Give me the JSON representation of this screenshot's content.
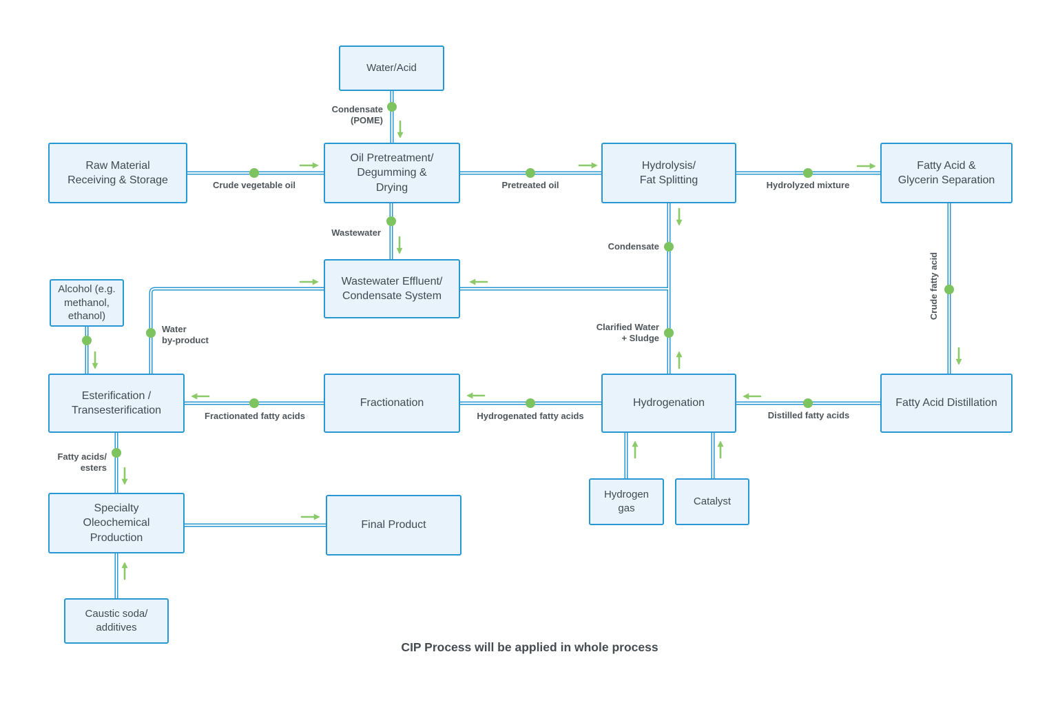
{
  "diagram": {
    "note": "CIP Process will be applied in whole process"
  },
  "colors": {
    "pipe_blue": "#2697d3",
    "node_fill": "#e8f3fb",
    "node_text": "#3f4a51",
    "label_gray": "#4e555b",
    "dot_green": "#7dc360",
    "arrow_green": "#8cc968",
    "background": "#ffffff"
  },
  "nodes": {
    "water_acid": {
      "label": "Water/Acid"
    },
    "raw_material": {
      "label": "Raw Material\nReceiving & Storage"
    },
    "oil_pretreatment": {
      "label": "Oil Pretreatment/\nDegumming &\nDrying"
    },
    "hydrolysis": {
      "label": "Hydrolysis/\nFat Splitting"
    },
    "fatty_acid_glycerin_separation": {
      "label": "Fatty Acid &\nGlycerin Separation"
    },
    "wastewater_system": {
      "label": "Wastewater Effluent/\nCondensate System"
    },
    "alcohol": {
      "label": "Alcohol (e.g.\nmethanol,\nethanol)"
    },
    "esterification": {
      "label": "Esterification /\nTransesterification"
    },
    "fractionation": {
      "label": "Fractionation"
    },
    "hydrogenation": {
      "label": "Hydrogenation"
    },
    "fatty_acid_distillation": {
      "label": "Fatty Acid Distillation"
    },
    "specialty_oleochemical": {
      "label": "Specialty\nOleochemical\nProduction"
    },
    "final_product": {
      "label": "Final Product"
    },
    "hydrogen_gas": {
      "label": "Hydrogen\ngas"
    },
    "catalyst": {
      "label": "Catalyst"
    },
    "caustic_soda": {
      "label": "Caustic soda/\nadditives"
    }
  },
  "edges": {
    "condensate_pome": {
      "label": "Condensate\n(POME)"
    },
    "crude_vegetable_oil": {
      "label": "Crude vegetable oil"
    },
    "pretreated_oil": {
      "label": "Pretreated oil"
    },
    "hydrolyzed_mixture": {
      "label": "Hydrolyzed mixture"
    },
    "wastewater": {
      "label": "Wastewater"
    },
    "condensate": {
      "label": "Condensate"
    },
    "clarified_water_sludge": {
      "label": "Clarified Water\n+ Sludge"
    },
    "water_byproduct": {
      "label": "Water\nby-product"
    },
    "crude_fatty_acid": {
      "label": "Crude fatty acid"
    },
    "distilled_fatty_acids": {
      "label": "Distilled fatty acids"
    },
    "hydrogenated_fatty_acids": {
      "label": "Hydrogenated fatty acids"
    },
    "fractionated_fatty_acids": {
      "label": "Fractionated fatty acids"
    },
    "fatty_acids_esters": {
      "label": "Fatty acids/\nesters"
    }
  }
}
